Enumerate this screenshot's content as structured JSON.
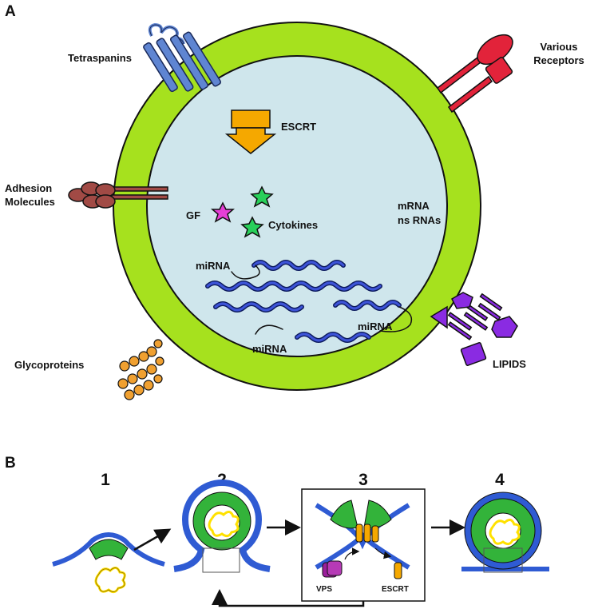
{
  "panel_a": {
    "letter": "A",
    "labels": {
      "tetraspanins": "Tetraspanins",
      "receptors_line1": "Various",
      "receptors_line2": "Receptors",
      "escrt": "ESCRT",
      "adhesion_line1": "Adhesion",
      "adhesion_line2": "Molecules",
      "gf": "GF",
      "cytokines": "Cytokines",
      "mrna": "mRNA",
      "ns_rnas": "ns RNAs",
      "mirna_1": "miRNA",
      "mirna_2": "miRNA",
      "mirna_3": "miRNA",
      "glycoproteins": "Glycoproteins",
      "lipids": "LIPIDS"
    }
  },
  "panel_b": {
    "letter": "B",
    "steps": [
      "1",
      "2",
      "3",
      "4"
    ],
    "labels": {
      "vps": "VPS",
      "escrt": "ESCRT"
    }
  },
  "colors": {
    "membrane_green": "#a6e11e",
    "lumen_blue": "#cfe6ec",
    "escrt_orange": "#f5a800",
    "receptor_red": "#e2233a",
    "tetraspanin_blue": "#5f85d2",
    "adhesion_brown": "#a14a45",
    "gf_magenta": "#e63fd6",
    "cytokine_green": "#28d05a",
    "rna_navy": "#1d2a8c",
    "lipid_purple": "#8a2be2",
    "glyco_orange": "#f0a030",
    "b_membrane_blue": "#2f5bd3",
    "b_green": "#33b33a",
    "b_cargo_yellow": "#ffe100",
    "vps_purple": "#9b1f9b"
  }
}
